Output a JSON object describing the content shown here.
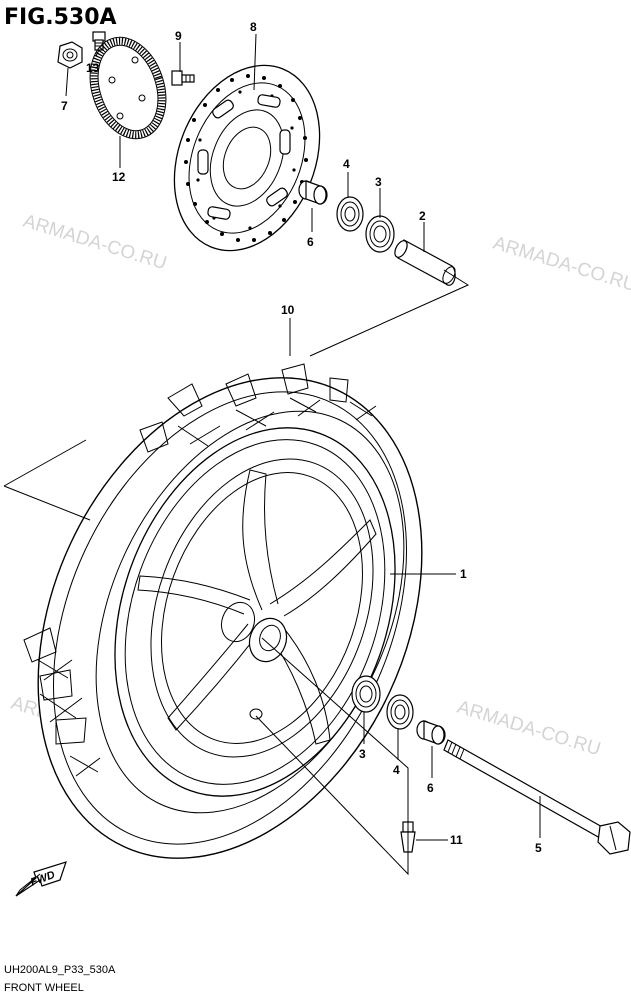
{
  "figure": {
    "title": "FIG.530A",
    "code": "UH200AL9_P33_530A",
    "caption": "FRONT WHEEL"
  },
  "watermark": {
    "text": "ARMADA-CO.RU",
    "color": "#d4d4d4"
  },
  "fwd_badge": "FWD",
  "callouts": [
    {
      "id": "c8",
      "label": "8"
    },
    {
      "id": "c9",
      "label": "9"
    },
    {
      "id": "c13",
      "label": "13"
    },
    {
      "id": "c7",
      "label": "7"
    },
    {
      "id": "c12",
      "label": "12"
    },
    {
      "id": "c4a",
      "label": "4"
    },
    {
      "id": "c3a",
      "label": "3"
    },
    {
      "id": "c2",
      "label": "2"
    },
    {
      "id": "c6a",
      "label": "6"
    },
    {
      "id": "c10",
      "label": "10"
    },
    {
      "id": "c1",
      "label": "1"
    },
    {
      "id": "c3b",
      "label": "3"
    },
    {
      "id": "c4b",
      "label": "4"
    },
    {
      "id": "c6b",
      "label": "6"
    },
    {
      "id": "c5",
      "label": "5"
    },
    {
      "id": "c11",
      "label": "11"
    }
  ]
}
